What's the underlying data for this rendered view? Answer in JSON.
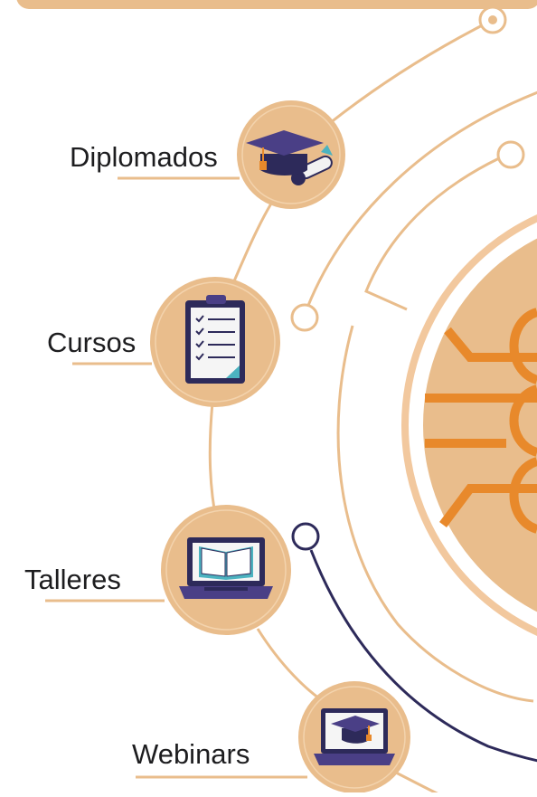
{
  "items": [
    {
      "label": "Diplomados",
      "icon": "graduation-cap-diploma-icon"
    },
    {
      "label": "Cursos",
      "icon": "clipboard-checklist-icon"
    },
    {
      "label": "Talleres",
      "icon": "laptop-open-book-icon"
    },
    {
      "label": "Webinars",
      "icon": "laptop-graduation-cap-icon"
    }
  ],
  "colors": {
    "accent_light": "#e9bd8c",
    "accent_orange": "#e8892b",
    "navy": "#2d2a5a",
    "teal": "#4cb3c0"
  }
}
